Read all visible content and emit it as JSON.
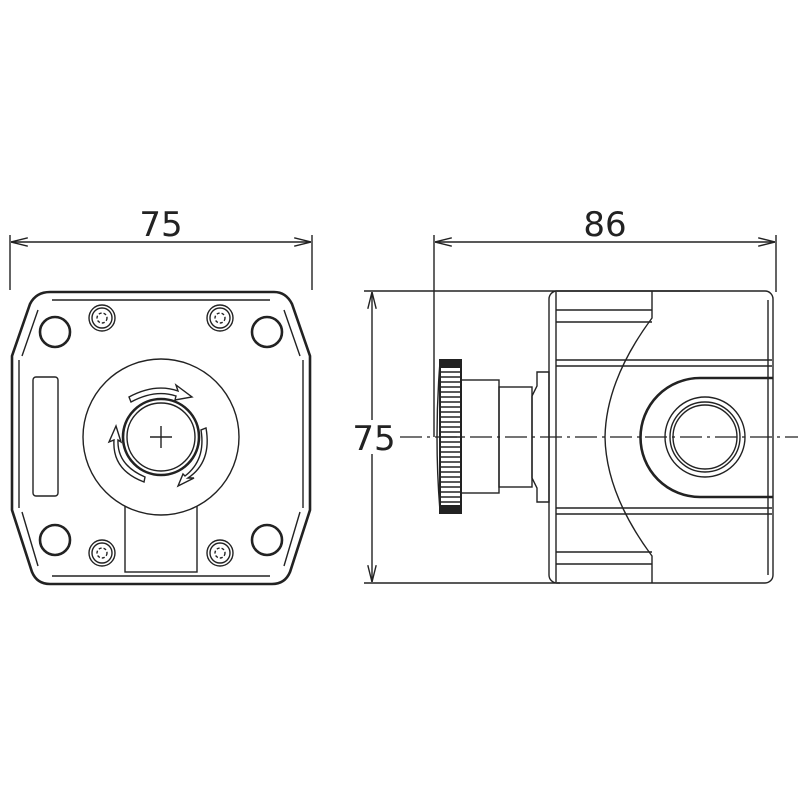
{
  "front_view": {
    "width_dimension": "75"
  },
  "side_view": {
    "depth_dimension": "86",
    "height_dimension": "75"
  },
  "colors": {
    "line": "#222222",
    "background": "#ffffff"
  }
}
